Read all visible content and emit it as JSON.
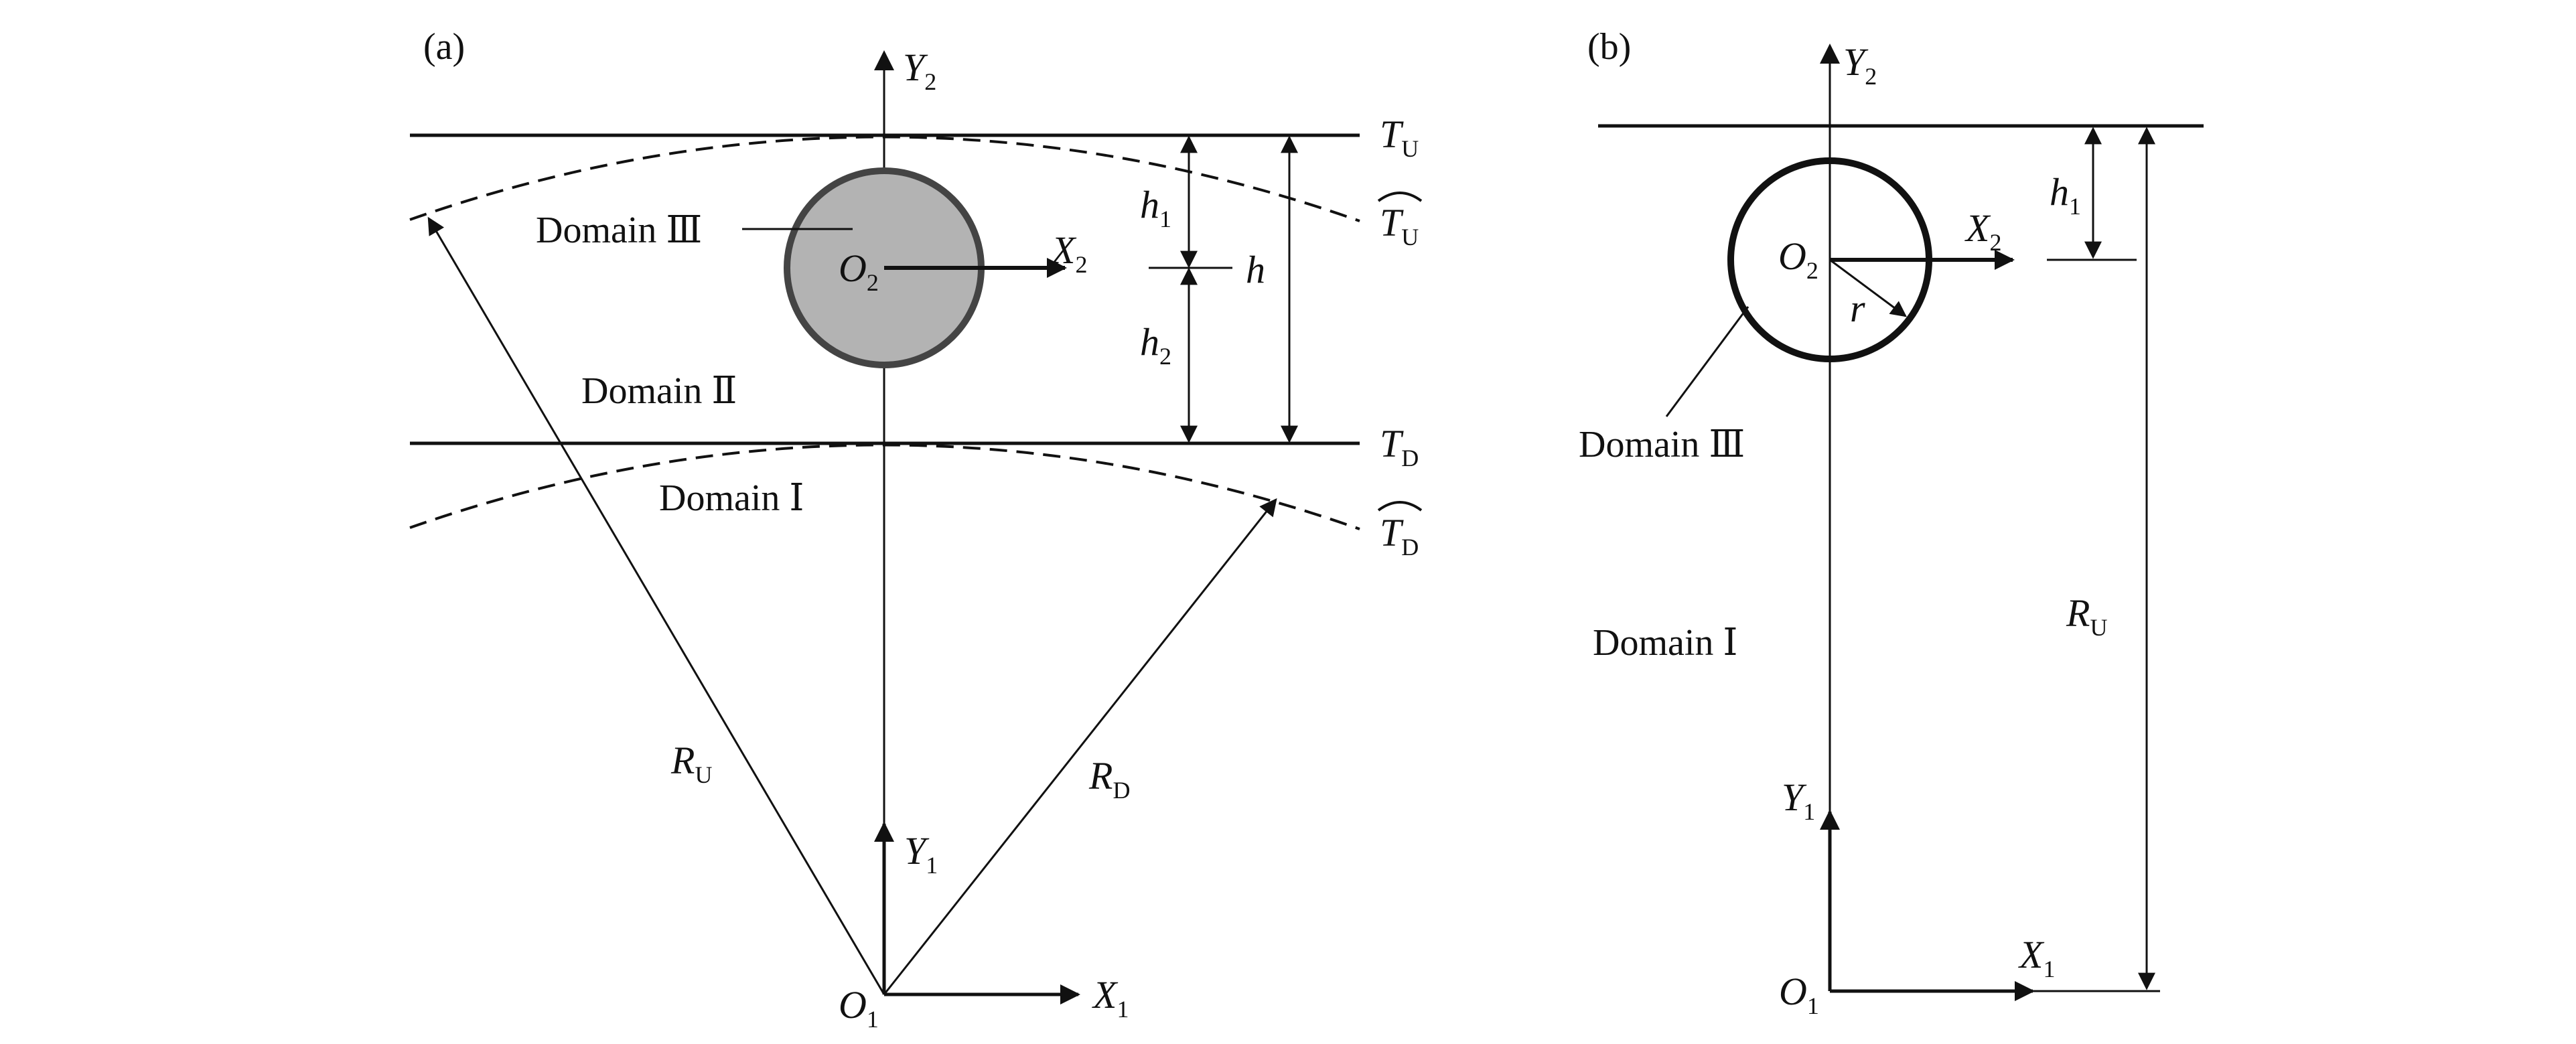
{
  "panel_a": {
    "label": "(a)",
    "axes": {
      "y2": {
        "main": "Y",
        "sub": "2"
      },
      "x2": {
        "main": "X",
        "sub": "2"
      },
      "y1": {
        "main": "Y",
        "sub": "1"
      },
      "x1": {
        "main": "X",
        "sub": "1"
      },
      "o1": {
        "main": "O",
        "sub": "1"
      },
      "o2": {
        "main": "O",
        "sub": "2"
      }
    },
    "boundaries": {
      "tu": {
        "main": "T",
        "sub": "U"
      },
      "td": {
        "main": "T",
        "sub": "D"
      },
      "tu_hat": {
        "main": "T",
        "sub": "U"
      },
      "td_hat": {
        "main": "T",
        "sub": "D"
      }
    },
    "dimensions": {
      "h": "h",
      "h1": {
        "main": "h",
        "sub": "1"
      },
      "h2": {
        "main": "h",
        "sub": "2"
      },
      "ru": {
        "main": "R",
        "sub": "U"
      },
      "rd": {
        "main": "R",
        "sub": "D"
      }
    },
    "domains": {
      "d1": "Domain Ⅰ",
      "d2": "Domain Ⅱ",
      "d3": "Domain Ⅲ"
    }
  },
  "panel_b": {
    "label": "(b)",
    "axes": {
      "y2": {
        "main": "Y",
        "sub": "2"
      },
      "x2": {
        "main": "X",
        "sub": "2"
      },
      "y1": {
        "main": "Y",
        "sub": "1"
      },
      "x1": {
        "main": "X",
        "sub": "1"
      },
      "o1": {
        "main": "O",
        "sub": "1"
      },
      "o2": {
        "main": "O",
        "sub": "2"
      }
    },
    "dimensions": {
      "r": "r",
      "h1": {
        "main": "h",
        "sub": "1"
      },
      "ru": {
        "main": "R",
        "sub": "U"
      }
    },
    "domains": {
      "d1": "Domain Ⅰ",
      "d3": "Domain Ⅲ"
    }
  },
  "colors": {
    "stroke": "#111111",
    "cylinder_fill": "#b3b3b3",
    "cylinder_edge": "#444444"
  }
}
